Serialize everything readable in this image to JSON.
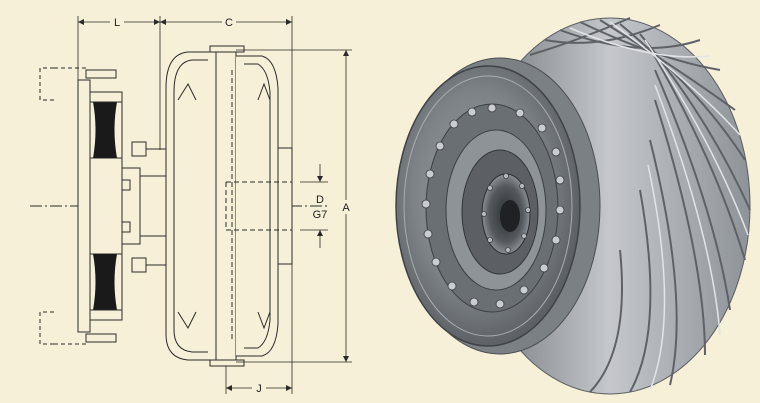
{
  "figure": {
    "background": "#f6f0d8",
    "line_color": "#2a2a2a",
    "rubber_color": "#1a1a1a",
    "dimension_labels": {
      "L": "L",
      "C": "C",
      "A": "A",
      "D": "D",
      "G7": "G7",
      "J": "J"
    },
    "photo_colors": {
      "body": "#b9bcc0",
      "body_dark": "#6e7378",
      "rim": "#8d9297",
      "hub": "#4a4e52"
    }
  }
}
